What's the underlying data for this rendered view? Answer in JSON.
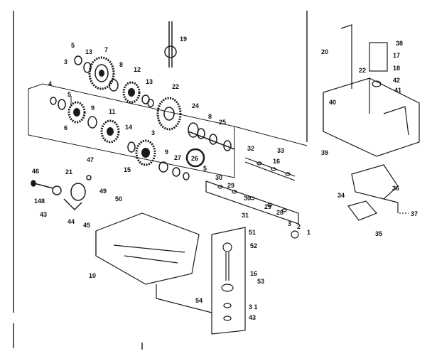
{
  "diagram": {
    "style": "exploded-parts-drawing",
    "ink_color": "#1a1a1a",
    "paper_color": "#ffffff",
    "callouts": [
      {
        "id": "c5a",
        "label": "5"
      },
      {
        "id": "c13a",
        "label": "13"
      },
      {
        "id": "c7",
        "label": "7"
      },
      {
        "id": "c3a",
        "label": "3"
      },
      {
        "id": "c8",
        "label": "8"
      },
      {
        "id": "c12",
        "label": "12"
      },
      {
        "id": "c13b",
        "label": "13"
      },
      {
        "id": "c4",
        "label": "4"
      },
      {
        "id": "c5b",
        "label": "5"
      },
      {
        "id": "c9a",
        "label": "9"
      },
      {
        "id": "c6",
        "label": "6"
      },
      {
        "id": "c11",
        "label": "11"
      },
      {
        "id": "c14",
        "label": "14"
      },
      {
        "id": "c22a",
        "label": "22"
      },
      {
        "id": "c24",
        "label": "24"
      },
      {
        "id": "c8b",
        "label": "8"
      },
      {
        "id": "c25",
        "label": "25"
      },
      {
        "id": "c3b",
        "label": "3"
      },
      {
        "id": "c15",
        "label": "15"
      },
      {
        "id": "c9b",
        "label": "9"
      },
      {
        "id": "c26",
        "label": "26"
      },
      {
        "id": "c27",
        "label": "27"
      },
      {
        "id": "c5c",
        "label": "5"
      },
      {
        "id": "c19",
        "label": "19"
      },
      {
        "id": "c32",
        "label": "32"
      },
      {
        "id": "c33",
        "label": "33"
      },
      {
        "id": "c16a",
        "label": "16"
      },
      {
        "id": "c30a",
        "label": "30"
      },
      {
        "id": "c29a",
        "label": "29"
      },
      {
        "id": "c30b",
        "label": "30"
      },
      {
        "id": "c29b",
        "label": "29"
      },
      {
        "id": "c28a",
        "label": "28"
      },
      {
        "id": "c31a",
        "label": "31"
      },
      {
        "id": "c3c",
        "label": "3"
      },
      {
        "id": "c2",
        "label": "2"
      },
      {
        "id": "c1",
        "label": "1"
      },
      {
        "id": "c47",
        "label": "47"
      },
      {
        "id": "c46",
        "label": "46"
      },
      {
        "id": "c21",
        "label": "21"
      },
      {
        "id": "c49",
        "label": "49"
      },
      {
        "id": "c50",
        "label": "50"
      },
      {
        "id": "c148",
        "label": "148"
      },
      {
        "id": "c43a",
        "label": "43"
      },
      {
        "id": "c44",
        "label": "44"
      },
      {
        "id": "c45",
        "label": "45"
      },
      {
        "id": "c10",
        "label": "10"
      },
      {
        "id": "c51",
        "label": "51"
      },
      {
        "id": "c52",
        "label": "52"
      },
      {
        "id": "c16b",
        "label": "16"
      },
      {
        "id": "c53",
        "label": "53"
      },
      {
        "id": "c54",
        "label": "54"
      },
      {
        "id": "c31b",
        "label": "3 1"
      },
      {
        "id": "c43b",
        "label": "43"
      },
      {
        "id": "c20",
        "label": "20"
      },
      {
        "id": "c38",
        "label": "38"
      },
      {
        "id": "c17",
        "label": "17"
      },
      {
        "id": "c22b",
        "label": "22"
      },
      {
        "id": "c18",
        "label": "18"
      },
      {
        "id": "c42",
        "label": "42"
      },
      {
        "id": "c41",
        "label": "41"
      },
      {
        "id": "c40",
        "label": "40"
      },
      {
        "id": "c39",
        "label": "39"
      },
      {
        "id": "c34",
        "label": "34"
      },
      {
        "id": "c36",
        "label": "36"
      },
      {
        "id": "c37",
        "label": "37"
      },
      {
        "id": "c35",
        "label": "35"
      }
    ]
  }
}
